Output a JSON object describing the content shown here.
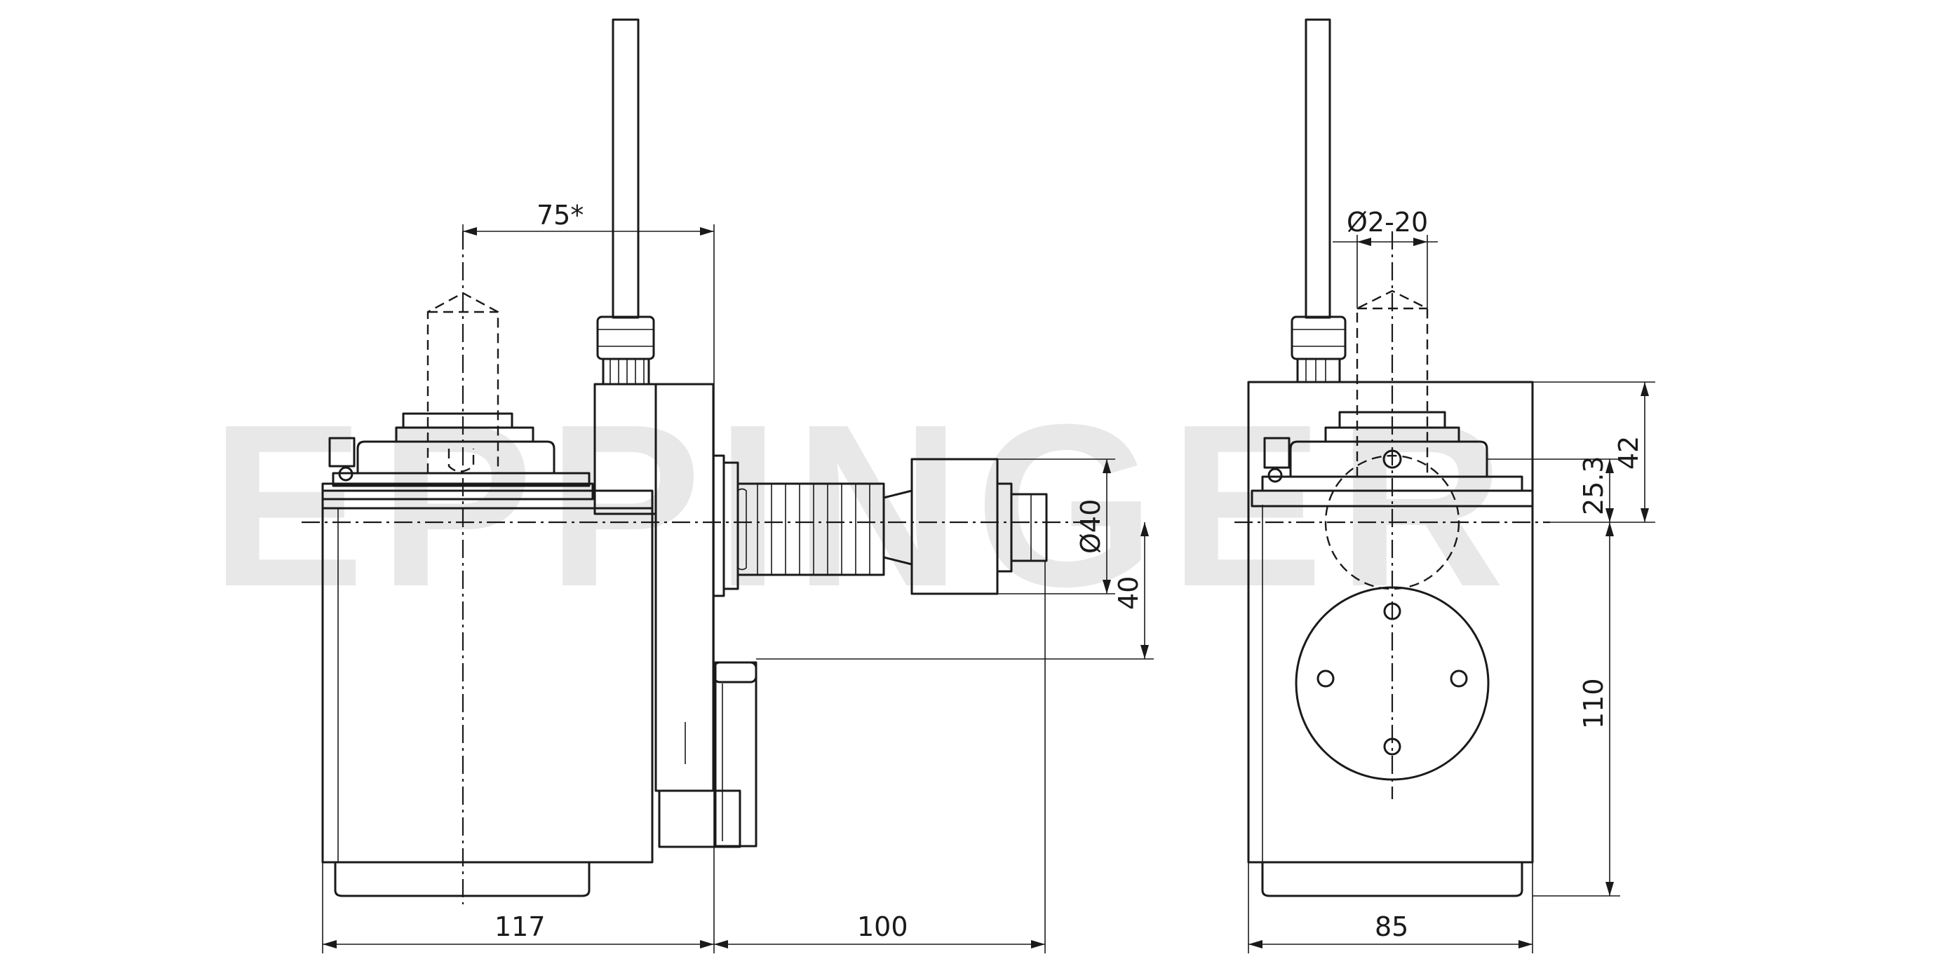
{
  "watermark": "EPPINGER",
  "dimensions": {
    "d75": "75*",
    "d2_20": "Ø2-20",
    "d40_dia": "Ø40",
    "d40": "40",
    "d42": "42",
    "d25_3": "25.3",
    "d110": "110",
    "d117": "117",
    "d100": "100",
    "d85": "85"
  }
}
